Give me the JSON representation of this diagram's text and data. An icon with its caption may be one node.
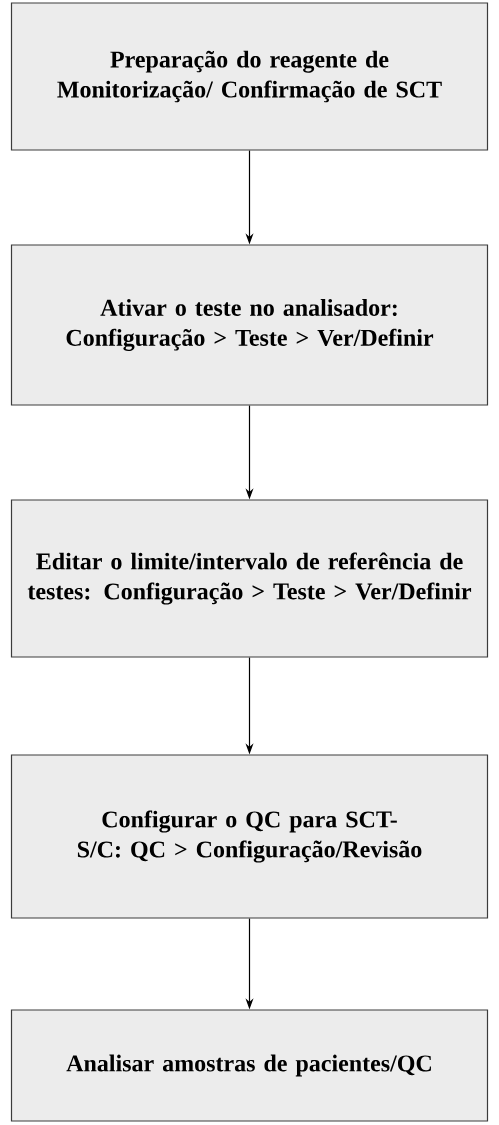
{
  "diagram": {
    "nodes": [
      {
        "text": [
          "Preparação do reagente de Monitorização/ Confirmação de SCT"
        ]
      },
      {
        "text": [
          "Ativar o teste no analisador: Configuração > Teste > Ver/Definir"
        ]
      },
      {
        "text": [
          "Editar o limite/intervalo de referência de testes: Configuração > Teste > Ver/Definir"
        ]
      },
      {
        "text": [
          "Configurar o QC para SCT-S/C: QC > Configuração/Revisão"
        ]
      },
      {
        "text": [
          "Analisar amostras de pacientes/QC"
        ]
      }
    ],
    "edges": [
      {
        "from": 0,
        "to": 1,
        "arrow": "to"
      },
      {
        "from": 1,
        "to": 2,
        "arrow": "to"
      },
      {
        "from": 2,
        "to": 3,
        "arrow": "to"
      },
      {
        "from": 3,
        "to": 4,
        "arrow": "to"
      }
    ]
  }
}
